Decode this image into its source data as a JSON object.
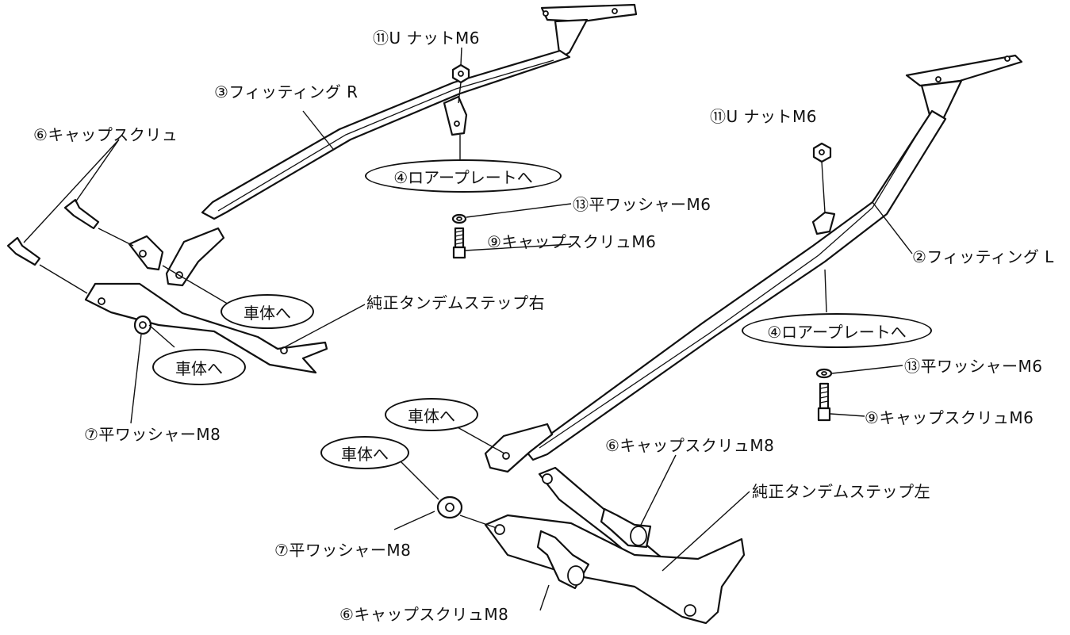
{
  "labels": {
    "u_nut_r": "⑪U ナットM6",
    "fitting_r": "③フィッティング R",
    "cap_screw_r": "⑥キャップスクリュ",
    "lower_plate_r": "④ロアープレートへ",
    "flat_washer_m6_r": "⑬平ワッシャーM6",
    "cap_screw_m6_r": "⑨キャップスクリュM6",
    "to_body_r1": "車体へ",
    "to_body_r2": "車体へ",
    "tandem_step_r": "純正タンデムステップ右",
    "flat_washer_m8_r": "⑦平ワッシャーM8",
    "u_nut_l": "⑪U ナットM6",
    "fitting_l": "②フィッティング L",
    "lower_plate_l": "④ロアープレートへ",
    "flat_washer_m6_l": "⑬平ワッシャーM6",
    "cap_screw_m6_l": "⑨キャップスクリュM6",
    "to_body_l1": "車体へ",
    "to_body_l2": "車体へ",
    "cap_screw_m8_l_top": "⑥キャップスクリュM8",
    "tandem_step_l": "純正タンデムステップ左",
    "flat_washer_m8_l": "⑦平ワッシャーM8",
    "cap_screw_m8_l_bottom": "⑥キャップスクリュM8"
  }
}
